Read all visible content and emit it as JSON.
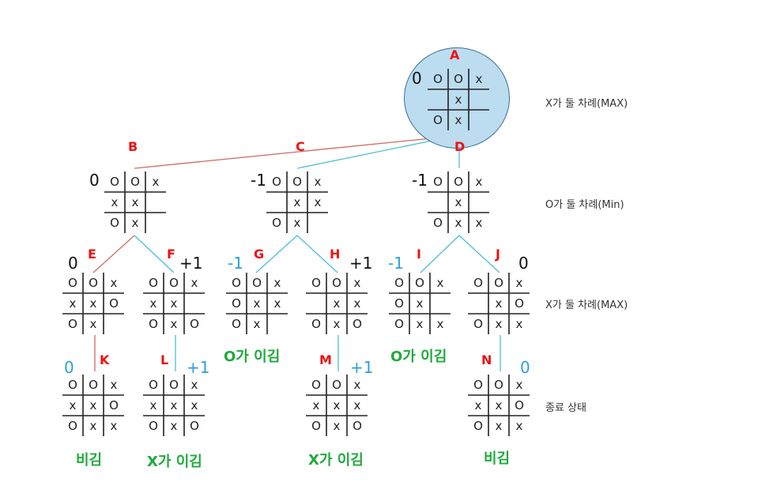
{
  "colors": {
    "node_tag": "#ee1111",
    "edge_max_choice": "#cd6a64",
    "edge_other": "#4cbfd6",
    "score_black": "#111111",
    "score_blue": "#2c9fd8",
    "result_green": "#1faa3c",
    "root_highlight": "#bcdcf0"
  },
  "levels": [
    {
      "label": "X가 둘 차례(MAX)"
    },
    {
      "label": "O가 둘 차례(Min)"
    },
    {
      "label": "X가 둘 차례(MAX)"
    },
    {
      "label": "종료 상태"
    }
  ],
  "nodes": [
    {
      "id": "A",
      "score": "0",
      "cells": [
        "O",
        "O",
        "X",
        "",
        "X",
        "",
        "O",
        "X",
        ""
      ]
    },
    {
      "id": "B",
      "score": "0",
      "cells": [
        "O",
        "O",
        "X",
        "X",
        "X",
        "",
        "O",
        "X",
        ""
      ]
    },
    {
      "id": "C",
      "score": "-1",
      "cells": [
        "O",
        "O",
        "X",
        "",
        "X",
        "X",
        "O",
        "X",
        ""
      ]
    },
    {
      "id": "D",
      "score": "-1",
      "cells": [
        "O",
        "O",
        "X",
        "",
        "X",
        "",
        "O",
        "X",
        "X"
      ]
    },
    {
      "id": "E",
      "score": "0",
      "cells": [
        "O",
        "O",
        "X",
        "X",
        "X",
        "O",
        "O",
        "X",
        ""
      ]
    },
    {
      "id": "F",
      "score": "+1",
      "cells": [
        "O",
        "O",
        "X",
        "X",
        "X",
        "",
        "O",
        "X",
        "O"
      ]
    },
    {
      "id": "G",
      "score": "-1",
      "cells": [
        "O",
        "O",
        "X",
        "O",
        "X",
        "X",
        "O",
        "X",
        ""
      ]
    },
    {
      "id": "H",
      "score": "+1",
      "cells": [
        "O",
        "O",
        "X",
        "",
        "X",
        "X",
        "O",
        "X",
        "O"
      ]
    },
    {
      "id": "I",
      "score": "-1",
      "cells": [
        "O",
        "O",
        "X",
        "O",
        "X",
        "",
        "O",
        "X",
        "X"
      ]
    },
    {
      "id": "J",
      "score": "0",
      "cells": [
        "O",
        "O",
        "X",
        "",
        "X",
        "O",
        "O",
        "X",
        "X"
      ]
    },
    {
      "id": "K",
      "score": "0",
      "cells": [
        "O",
        "O",
        "X",
        "X",
        "X",
        "O",
        "O",
        "X",
        "X"
      ]
    },
    {
      "id": "L",
      "score": "+1",
      "cells": [
        "O",
        "O",
        "X",
        "X",
        "X",
        "X",
        "O",
        "X",
        "O"
      ]
    },
    {
      "id": "M",
      "score": "+1",
      "cells": [
        "O",
        "O",
        "X",
        "X",
        "X",
        "X",
        "O",
        "X",
        "O"
      ]
    },
    {
      "id": "N",
      "score": "0",
      "cells": [
        "O",
        "O",
        "X",
        "X",
        "X",
        "O",
        "O",
        "X",
        "X"
      ]
    }
  ],
  "edges": [
    {
      "from": "A",
      "to": "B",
      "kind": "max_choice"
    },
    {
      "from": "A",
      "to": "C",
      "kind": "other"
    },
    {
      "from": "A",
      "to": "D",
      "kind": "other"
    },
    {
      "from": "B",
      "to": "E",
      "kind": "max_choice"
    },
    {
      "from": "B",
      "to": "F",
      "kind": "other"
    },
    {
      "from": "C",
      "to": "G",
      "kind": "other"
    },
    {
      "from": "C",
      "to": "H",
      "kind": "other"
    },
    {
      "from": "D",
      "to": "I",
      "kind": "other"
    },
    {
      "from": "D",
      "to": "J",
      "kind": "other"
    },
    {
      "from": "E",
      "to": "K",
      "kind": "max_choice"
    },
    {
      "from": "F",
      "to": "L",
      "kind": "other"
    },
    {
      "from": "H",
      "to": "M",
      "kind": "other"
    },
    {
      "from": "J",
      "to": "N",
      "kind": "other"
    }
  ],
  "results": [
    {
      "text": "O가 이김"
    },
    {
      "text": "O가 이김"
    },
    {
      "text": "비김"
    },
    {
      "text": "X가 이김"
    },
    {
      "text": "X가 이김"
    },
    {
      "text": "비김"
    }
  ]
}
